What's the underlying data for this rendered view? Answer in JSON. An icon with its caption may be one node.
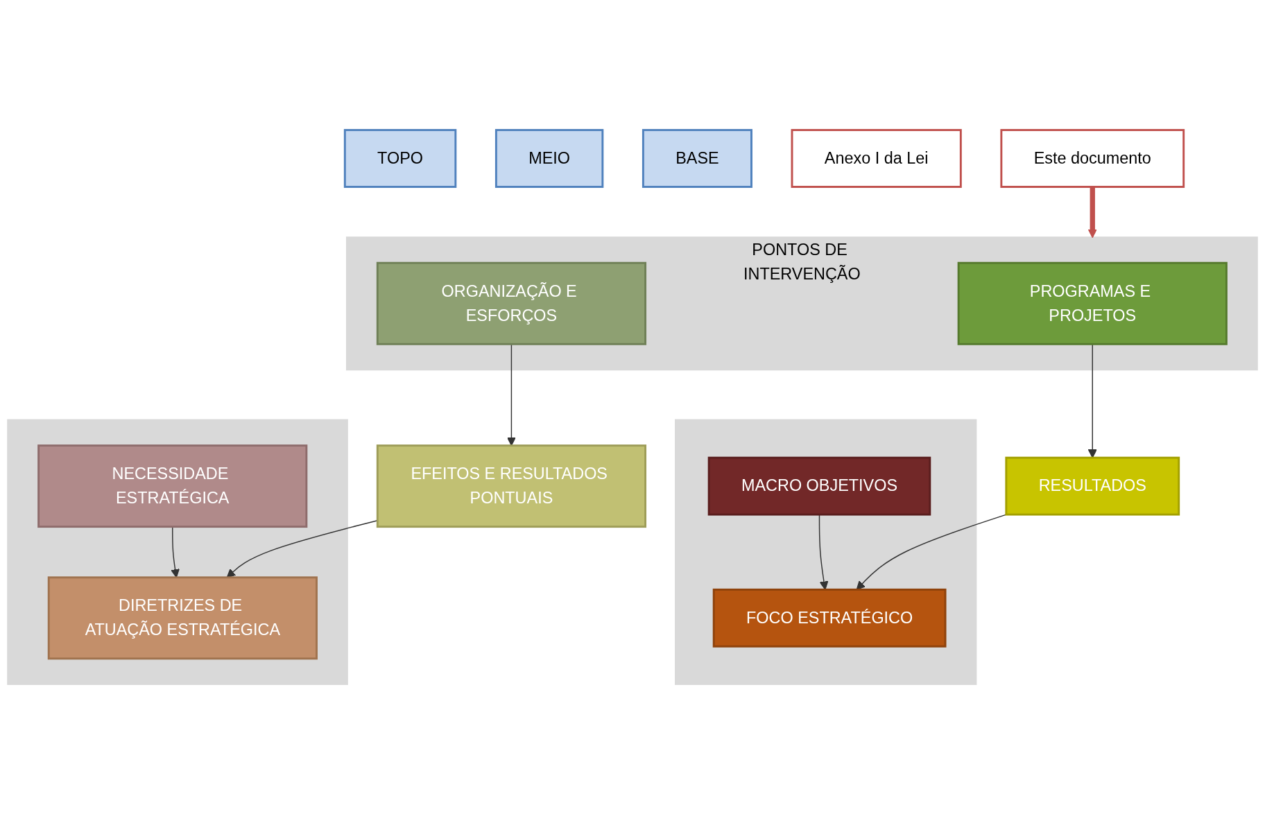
{
  "diagram": {
    "nodes": [
      {
        "text": [
          "TOPO"
        ]
      },
      {
        "text": [
          "MEIO"
        ]
      },
      {
        "text": [
          "BASE"
        ]
      },
      {
        "text": [],
        "shape": "box"
      },
      {
        "text": [
          "MACRO OBJETIVOS"
        ],
        "in": 3
      },
      {
        "text": [
          "FOCO ESTRATÉGICO"
        ],
        "in": 3
      },
      {
        "text": [],
        "shape": "box"
      },
      {
        "text": [
          "NECESSIDADE ESTRATÉGICA"
        ],
        "in": 6
      },
      {
        "text": [
          "DIRETRIZES DE ATUAÇÃO ESTRATÉGICA"
        ],
        "in": 6
      },
      {
        "text": [
          "Anexo I da Lei"
        ]
      },
      {
        "text": [
          "RESULTADOS"
        ]
      },
      {
        "text": [
          "EFEITOS E RESULTADOS PONTUAIS"
        ]
      },
      {
        "text": [
          "PONTOS DE INTERVENÇÃO"
        ]
      },
      {
        "text": [
          "PROGRAMAS E PROJETOS"
        ],
        "in": 12
      },
      {
        "text": [
          "ORGANIZAÇÃO E ESFORÇOS"
        ],
        "in": 12
      },
      {
        "text": [
          "Este documento"
        ]
      }
    ],
    "edges": [
      {
        "from": 4,
        "to": 5,
        "arrow": "to"
      },
      {
        "from": 7,
        "to": 8,
        "arrow": "to"
      },
      {
        "from": 10,
        "to": 5,
        "arrow": "to"
      },
      {
        "from": 11,
        "to": 8,
        "arrow": "to"
      },
      {
        "from": 13,
        "to": 10,
        "arrow": "to"
      },
      {
        "from": 14,
        "to": 11,
        "arrow": "to"
      },
      {
        "from": 15,
        "to": 12,
        "arrow": "to",
        "style": "thick",
        "color": "#c0504d"
      }
    ]
  }
}
